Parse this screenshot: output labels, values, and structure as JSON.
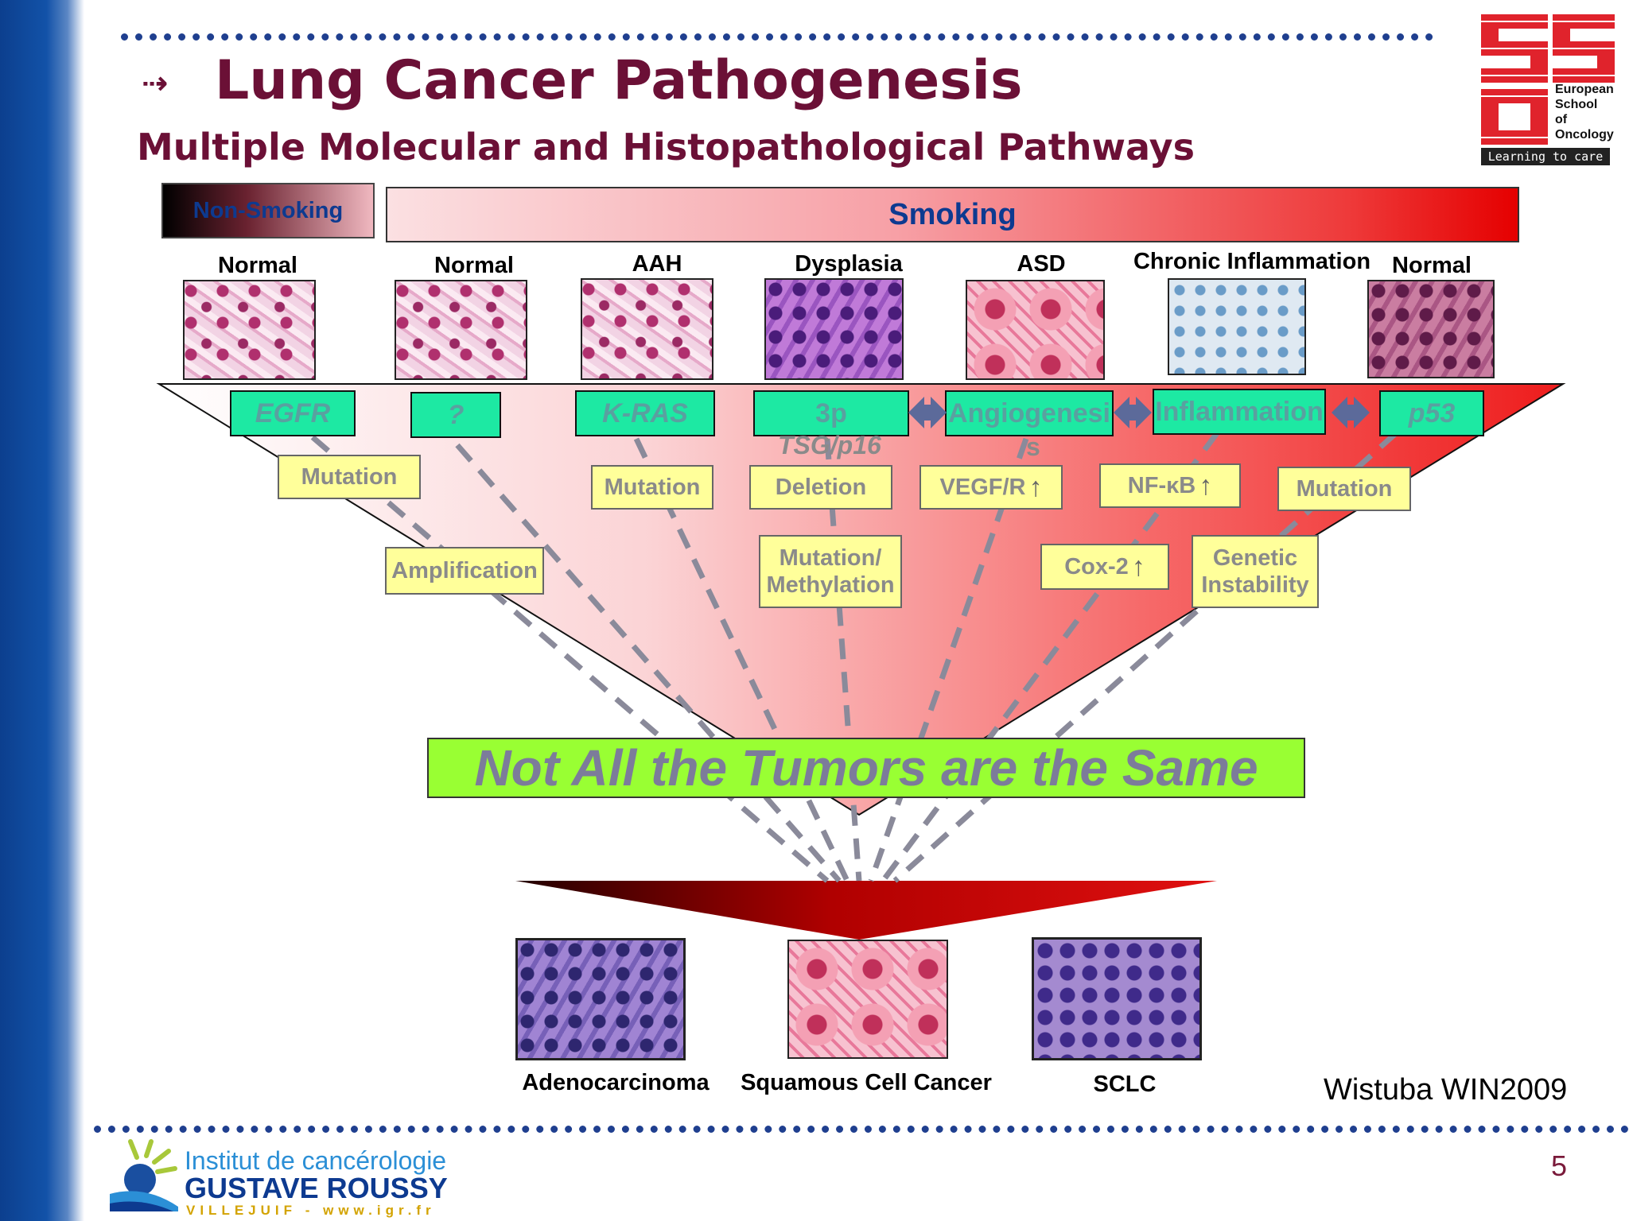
{
  "header": {
    "title": "Lung Cancer Pathogenesis",
    "subtitle": "Multiple Molecular and Histopathological Pathways"
  },
  "logo": {
    "lines": [
      "European",
      "School",
      "of",
      "Oncology"
    ],
    "tagline": "Learning to care"
  },
  "bands": {
    "non_smoking": "Non-Smoking",
    "smoking": "Smoking"
  },
  "stages": [
    "Normal",
    "Normal",
    "AAH",
    "Dysplasia",
    "ASD",
    "Chronic Inflammation",
    "Normal"
  ],
  "genes": [
    "EGFR",
    "?",
    "K-RAS",
    "3p",
    "Angiogenesi",
    "Inflammation",
    "p53"
  ],
  "gene_overlays": {
    "tsg": "TSG/p16",
    "angio_s": "s"
  },
  "alterations": {
    "mutation_egfr": "Mutation",
    "amplification": "Amplification",
    "mutation_kras": "Mutation",
    "deletion": "Deletion",
    "mutation_methylation": [
      "Mutation/",
      "Methylation"
    ],
    "vegf": "VEGF/R",
    "nfkb": "NF-κB",
    "cox2": "Cox-2",
    "genetic_instability": [
      "Genetic",
      "Instability"
    ],
    "mutation_p53": "Mutation"
  },
  "banner": "Not All the Tumors are the Same",
  "tumors": [
    "Adenocarcinoma",
    "Squamous Cell Cancer",
    "SCLC"
  ],
  "citation": "Wistuba WIN2009",
  "page_number": "5",
  "footer_logo": {
    "line1": "Institut de cancérologie",
    "line2": "GUSTAVE ROUSSY",
    "line3": "VILLEJUIF - www.igr.fr"
  },
  "colors": {
    "title": "#6b1036",
    "band_text": "#0d3a90",
    "gene_box": "#1de9a3",
    "alteration_box": "#ffff9a",
    "banner": "#99ff33",
    "smoking_end": "#e50000"
  }
}
